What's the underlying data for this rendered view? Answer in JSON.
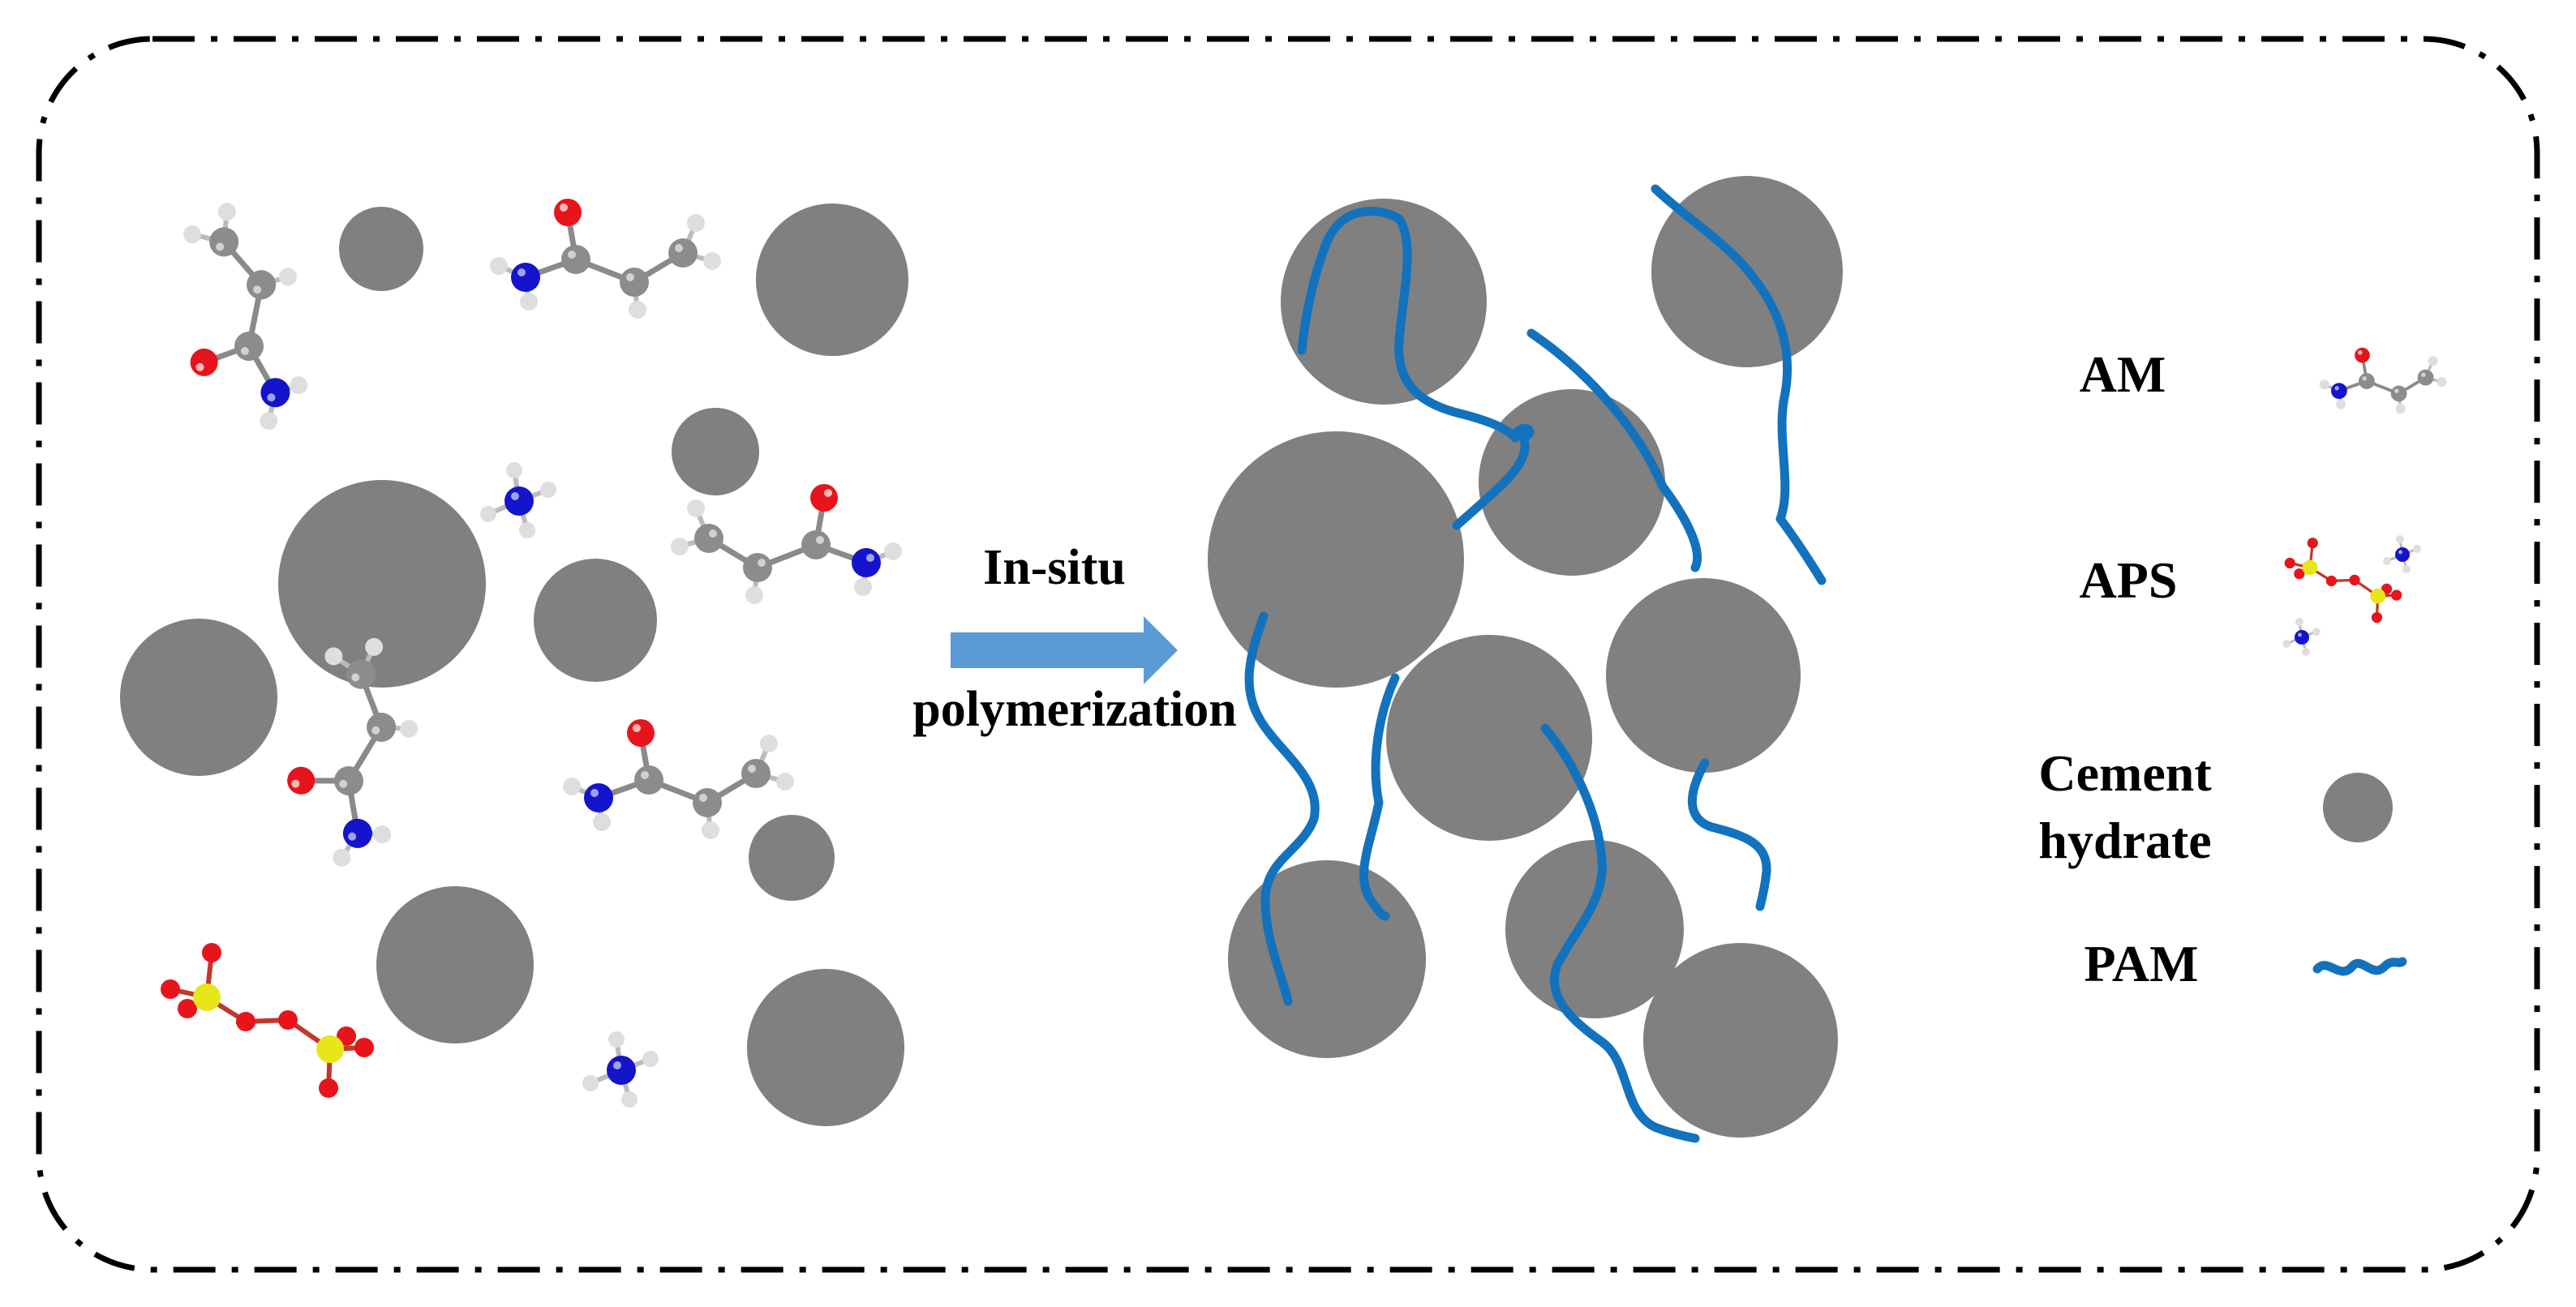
{
  "colors": {
    "particle": "#808080",
    "polymer": "#1372bd",
    "arrow": "#5b9bd5",
    "border": "#000000",
    "oxygen": "#e8141b",
    "nitrogen": "#1414cc",
    "carbon": "#8c8c8c",
    "hydrogen": "#dedede",
    "sulfur": "#e6e61a"
  },
  "process": {
    "line1": "In-situ",
    "line2": "polymerization"
  },
  "legend": {
    "am": {
      "label": "AM",
      "icon": "acrylamide-molecule-icon"
    },
    "aps": {
      "label": "APS",
      "icon": "ammonium-persulfate-molecule-icon"
    },
    "cement": {
      "label_line1": "Cement",
      "label_line2": "hydrate",
      "icon": "gray-particle-icon"
    },
    "pam": {
      "label": "PAM",
      "icon": "blue-wavy-chain-icon"
    }
  }
}
